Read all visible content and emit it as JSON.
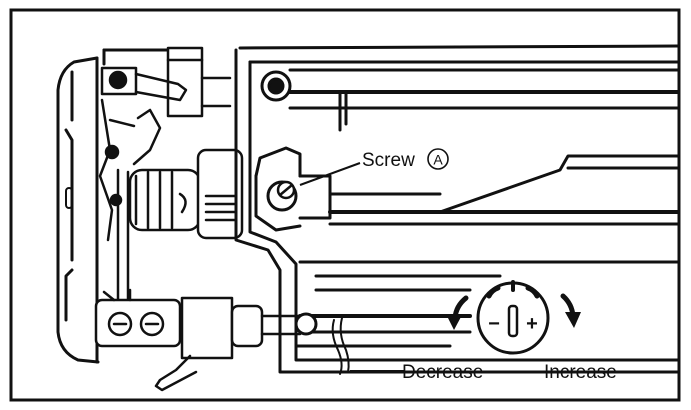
{
  "figure": {
    "callout": "Screw",
    "callout_mark": "A",
    "decrease_label": "Decrease",
    "increase_label": "Increase",
    "dial_minus": "−",
    "dial_plus": "+"
  },
  "colors": {
    "ink": "#111111",
    "paper": "#ffffff"
  }
}
